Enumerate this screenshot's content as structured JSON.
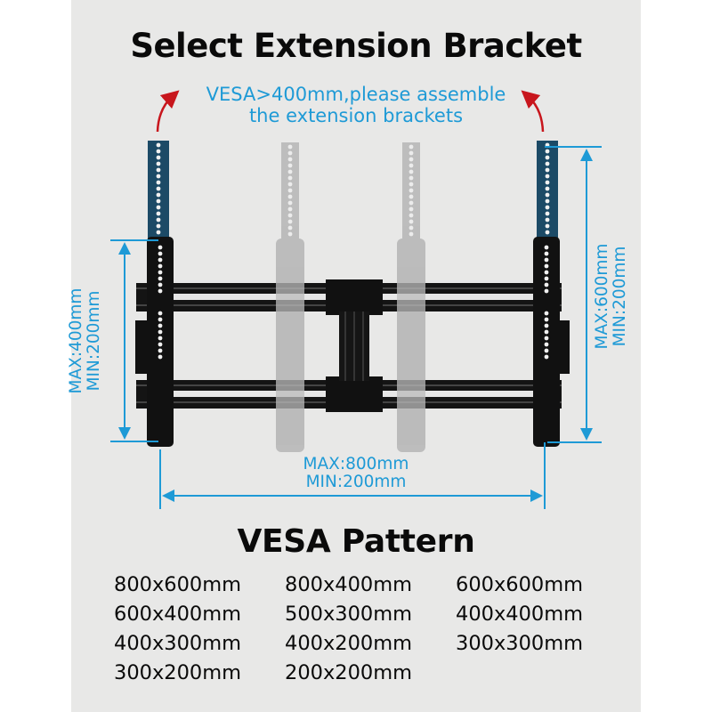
{
  "header": {
    "title": "Select Extension Bracket",
    "note_line1": "VESA>400mm,please assemble",
    "note_line2": "the extension brackets"
  },
  "dimensions": {
    "left_height": {
      "max": "MAX:400mm",
      "min": "MIN:200mm"
    },
    "right_height": {
      "max": "MAX:600mm",
      "min": "MIN:200mm"
    },
    "width": {
      "max": "MAX:800mm",
      "min": "MIN:200mm"
    }
  },
  "vesa": {
    "title": "VESA Pattern",
    "patterns": [
      "800x600mm",
      "800x400mm",
      "600x600mm",
      "600x400mm",
      "500x300mm",
      "400x400mm",
      "400x300mm",
      "400x200mm",
      "300x300mm",
      "300x200mm",
      "200x200mm"
    ]
  },
  "colors": {
    "accent_blue": "#1e9ad6",
    "arrow_red": "#c8161d",
    "extension_blue": "#1c4a66",
    "bracket_black": "#111111",
    "ghost_gray": "#b5b5b5",
    "background": "#e8e8e7"
  }
}
